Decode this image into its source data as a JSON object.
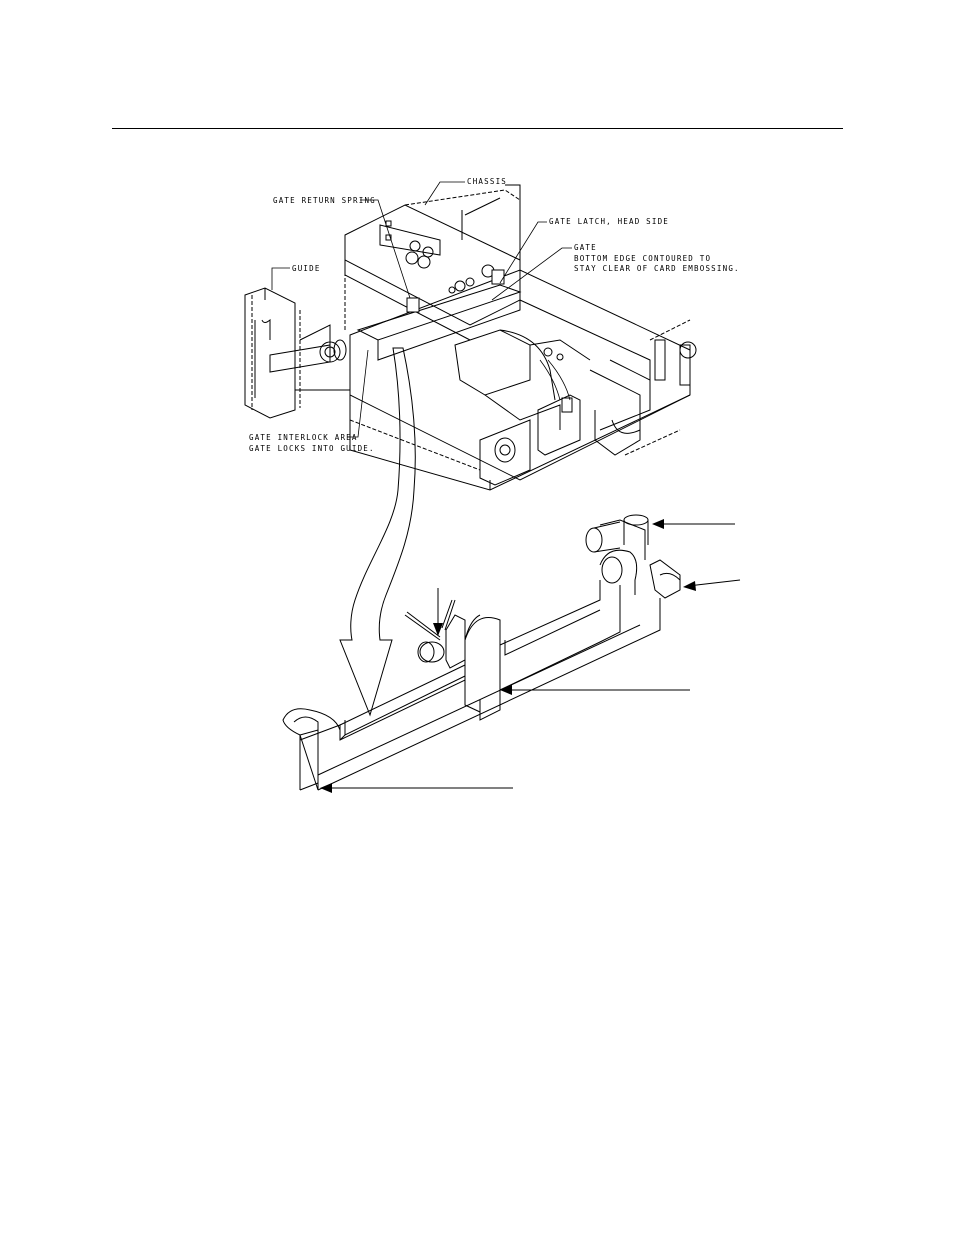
{
  "labels": {
    "chassis": "CHASSIS",
    "gate_return_spring": "GATE RETURN SPRING",
    "gate_latch": "GATE LATCH, HEAD SIDE",
    "gate_title": "GATE",
    "gate_line1": "BOTTOM EDGE CONTOURED TO",
    "gate_line2": "STAY CLEAR OF CARD EMBOSSING.",
    "guide": "GUIDE",
    "interlock_line1": "GATE INTERLOCK AREA",
    "interlock_line2": "GATE LOCKS INTO GUIDE."
  }
}
